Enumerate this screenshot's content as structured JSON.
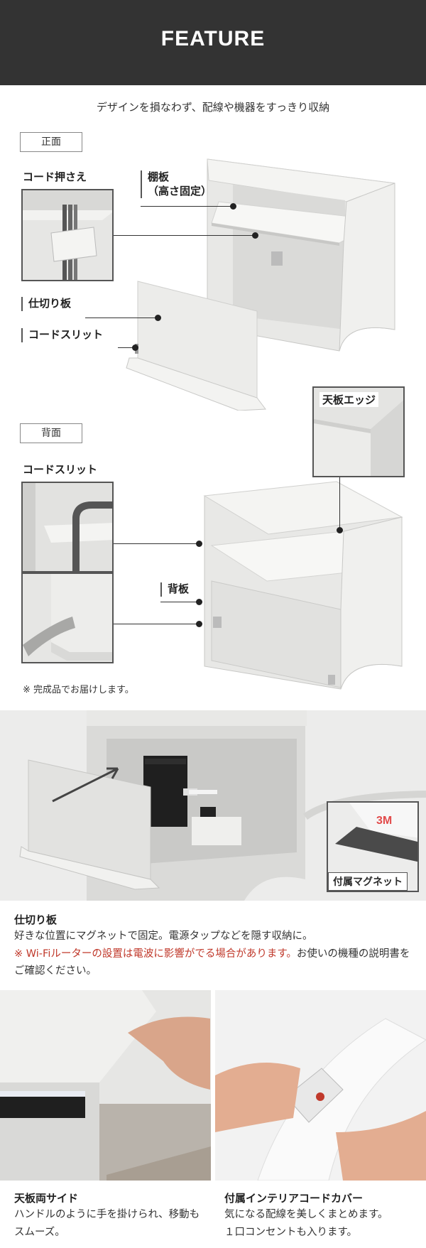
{
  "header": {
    "title": "FEATURE"
  },
  "subtitle": "デザインを損なわず、配線や機器をすっきり収納",
  "front": {
    "tag": "正面",
    "cord_holder": "コード押さえ",
    "shelf_line1": "棚板",
    "shelf_line2": "（高さ固定）",
    "divider": "仕切り板",
    "cord_slit": "コードスリット"
  },
  "back": {
    "tag": "背面",
    "top_edge": "天板エッジ",
    "cord_slit": "コードスリット",
    "back_panel": "背板",
    "note": "※ 完成品でお届けします。"
  },
  "divider_section": {
    "magnet_caption": "付属マグネット",
    "title": "仕切り板",
    "text1": "好きな位置にマグネットで固定。電源タップなどを隠す収納に。",
    "warning": "※ Wi-Fiルーターの設置は電波に影響がでる場合があります。",
    "text2": "お使いの機種の説明書をご確認ください。"
  },
  "bottom": {
    "left_title": "天板両サイド",
    "left_text": "ハンドルのように手を掛けられ、移動もスムーズ。",
    "right_title": "付属インテリアコードカバー",
    "right_text1": "気になる配線を美しくまとめます。",
    "right_text2": "１口コンセントも入ります。"
  },
  "colors": {
    "header_bg": "#333333",
    "warning": "#c0392b",
    "product": "#e4e4e2"
  }
}
